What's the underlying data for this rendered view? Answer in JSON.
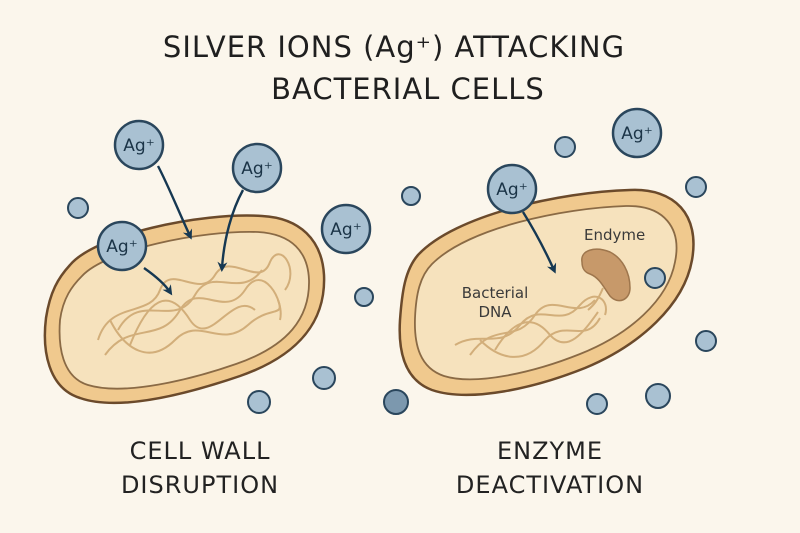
{
  "title": {
    "line1": "SILVER IONS (Ag⁺) ATTACKING",
    "line2": "BACTERIAL CELLS"
  },
  "ion_label": "Ag⁺",
  "captions": {
    "left_line1": "CELL WALL",
    "left_line2": "DISRUPTION",
    "right_line1": "ENZYME",
    "right_line2": "DEACTIVATION"
  },
  "labels": {
    "dna_line1": "Bacterial",
    "dna_line2": "DNA",
    "enzyme": "Endyme"
  },
  "colors": {
    "background": "#fbf6ec",
    "cell_outer": "#f0c98e",
    "cell_inner": "#f6e2bd",
    "cell_outline": "#6b4a2b",
    "ion_fill": "#a9c1d2",
    "ion_outline": "#2a465c",
    "arrow": "#163852",
    "dna": "#d2ae7a",
    "enzyme": "#c7996a"
  }
}
